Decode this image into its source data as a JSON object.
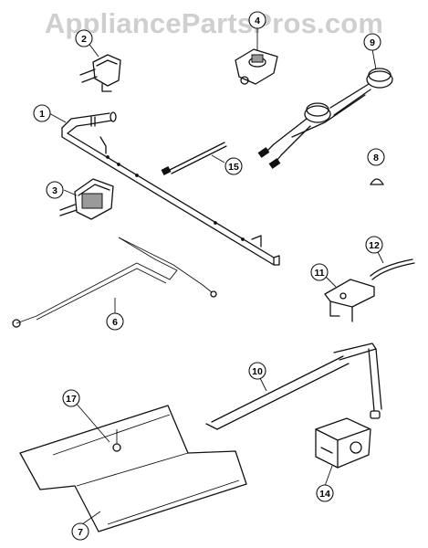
{
  "watermark": "AppliancePartsPros.com",
  "callouts": [
    "1",
    "2",
    "3",
    "4",
    "6",
    "7",
    "8",
    "9",
    "10",
    "11",
    "12",
    "14",
    "15",
    "17"
  ]
}
